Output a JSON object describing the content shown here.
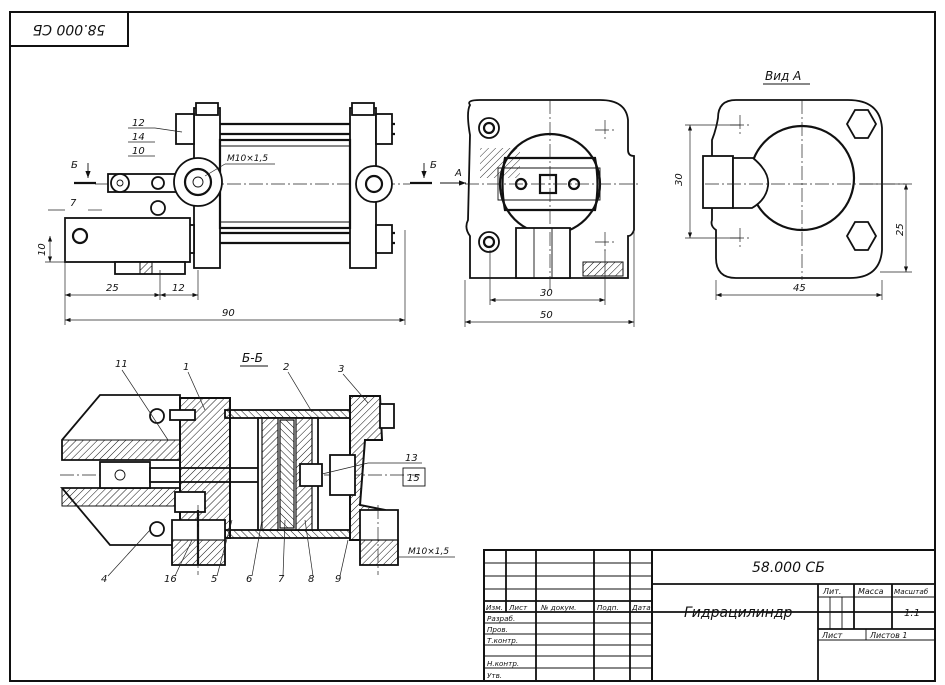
{
  "drawing": {
    "stamp_code": "58.000 СБ",
    "title_code": "58.000 СБ",
    "title_name": "Гидрацилиндр",
    "view_label": "Вид А",
    "section_label": "Б-Б",
    "section_marker_left": "Б",
    "section_marker_right": "Б",
    "arrow_label": "А",
    "thread_top": "M10×1,5",
    "thread_bottom": "M10×1,5"
  },
  "dimensions": {
    "d7": "7",
    "d10": "10",
    "d25_left": "25",
    "d12": "12",
    "d90": "90",
    "d30_front": "30",
    "d50": "50",
    "d30_side": "30",
    "d25_side": "25",
    "d45": "45"
  },
  "callouts": {
    "c12": "12",
    "c14": "14",
    "c10": "10",
    "c11": "11",
    "c1": "1",
    "c2": "2",
    "c3": "3",
    "c13": "13",
    "c15": "15",
    "c4": "4",
    "c16": "16",
    "c5": "5",
    "c6": "6",
    "c7": "7",
    "c8": "8",
    "c9": "9"
  },
  "title_block": {
    "izm": "Изм.",
    "list": "Лист",
    "n_dokum": "№ докум.",
    "podp": "Подп.",
    "data": "Дата",
    "razrab": "Разраб.",
    "prov": "Пров.",
    "tkontr": "Т.контр.",
    "nkontr": "Н.контр.",
    "utv": "Утв.",
    "lit": "Лит.",
    "massa": "Масса",
    "masshtab": "Масштаб",
    "scale": "1:1",
    "list_label": "Лист",
    "listov": "Листов 1"
  }
}
